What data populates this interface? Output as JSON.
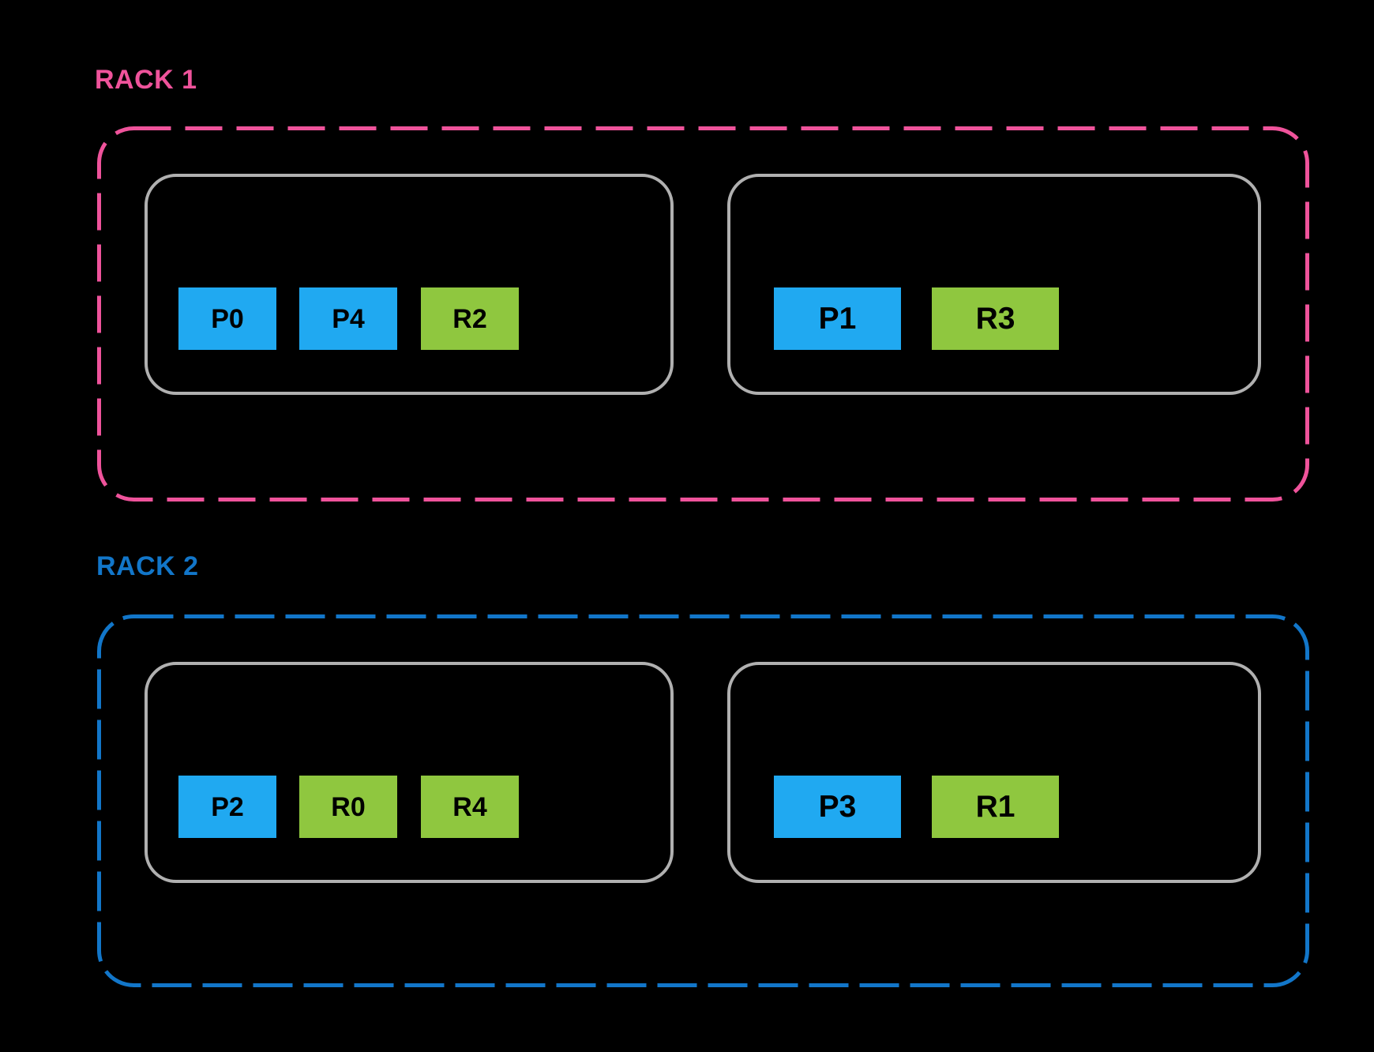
{
  "colors": {
    "background": "#000000",
    "rack1_accent": "#EF539B",
    "rack2_accent": "#1276C9",
    "primary_shard_fill": "#20A9F1",
    "replica_shard_fill": "#8FC73F",
    "node_border": "#B0B0B0",
    "shard_label_text": "#000000"
  },
  "racks": [
    {
      "label": "RACK 1",
      "accent": "#EF539B",
      "nodes": [
        {
          "shards": [
            {
              "label": "P0",
              "type": "primary"
            },
            {
              "label": "P4",
              "type": "primary"
            },
            {
              "label": "R2",
              "type": "replica"
            }
          ]
        },
        {
          "shards": [
            {
              "label": "P1",
              "type": "primary"
            },
            {
              "label": "R3",
              "type": "replica"
            }
          ]
        }
      ]
    },
    {
      "label": "RACK 2",
      "accent": "#1276C9",
      "nodes": [
        {
          "shards": [
            {
              "label": "P2",
              "type": "primary"
            },
            {
              "label": "R0",
              "type": "replica"
            },
            {
              "label": "R4",
              "type": "replica"
            }
          ]
        },
        {
          "shards": [
            {
              "label": "P3",
              "type": "primary"
            },
            {
              "label": "R1",
              "type": "replica"
            }
          ]
        }
      ]
    }
  ]
}
